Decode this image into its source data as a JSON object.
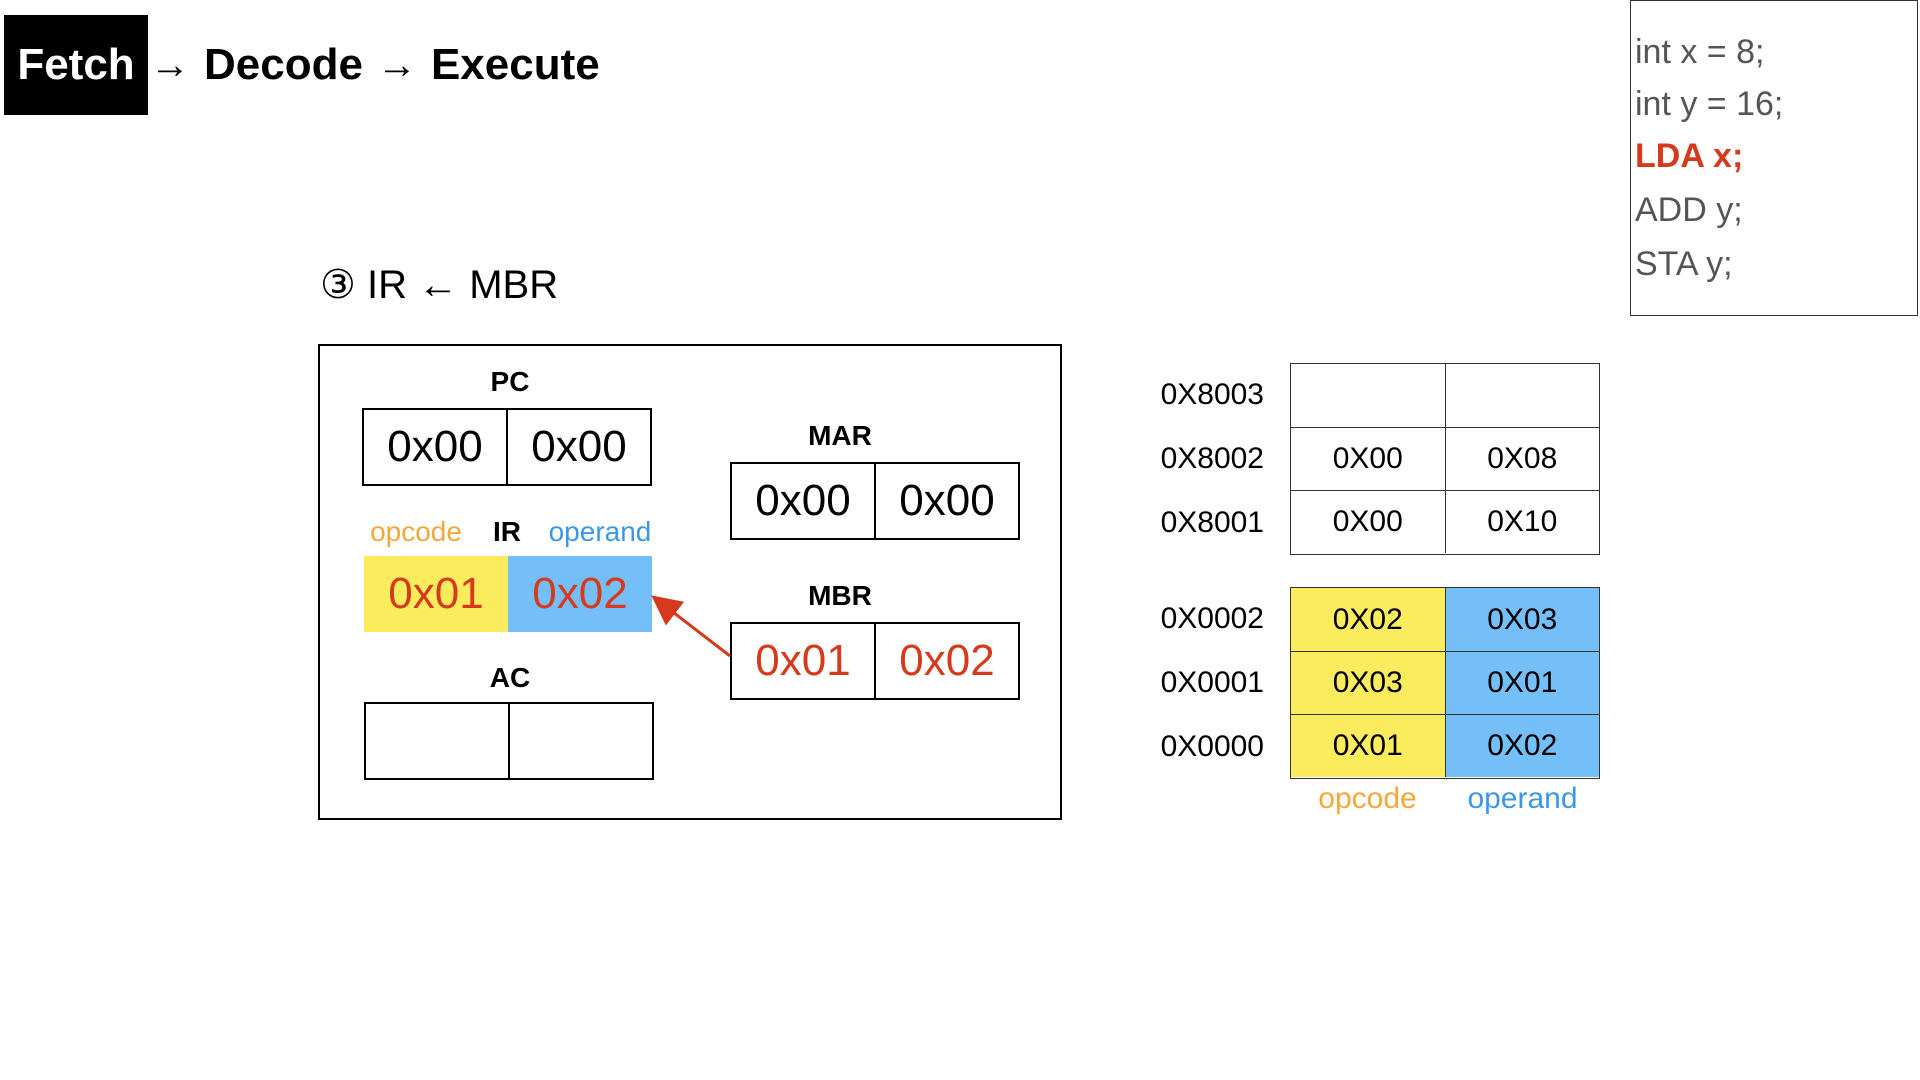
{
  "title": {
    "fetch": "Fetch",
    "decode": "Decode",
    "execute": "Execute",
    "arrow": "→"
  },
  "code": [
    {
      "text": "int x = 8;",
      "active": false
    },
    {
      "text": "int y = 16;",
      "active": false
    },
    {
      "text": "LDA x;",
      "active": true
    },
    {
      "text": "ADD y;",
      "active": false
    },
    {
      "text": "STA y;",
      "active": false
    }
  ],
  "step_label": "③ IR ← MBR",
  "cpu": {
    "pc": {
      "label": "PC",
      "values": [
        "0x00",
        "0x00"
      ]
    },
    "ir": {
      "label": "IR",
      "opcode_label": "opcode",
      "operand_label": "operand",
      "values": [
        "0x01",
        "0x02"
      ]
    },
    "ac": {
      "label": "AC",
      "values": [
        "",
        ""
      ]
    },
    "mar": {
      "label": "MAR",
      "values": [
        "0x00",
        "0x00"
      ]
    },
    "mbr": {
      "label": "MBR",
      "values": [
        "0x01",
        "0x02"
      ]
    }
  },
  "memory": {
    "data_rows": [
      {
        "address": "0X8003",
        "values": [
          "",
          ""
        ]
      },
      {
        "address": "0X8002",
        "values": [
          "0X00",
          "0X08"
        ]
      },
      {
        "address": "0X8001",
        "values": [
          "0X00",
          "0X10"
        ]
      }
    ],
    "code_rows": [
      {
        "address": "0X0002",
        "values": [
          "0X02",
          "0X03"
        ]
      },
      {
        "address": "0X0001",
        "values": [
          "0X03",
          "0X01"
        ]
      },
      {
        "address": "0X0000",
        "values": [
          "0X01",
          "0X02"
        ]
      }
    ],
    "legend": {
      "opcode": "opcode",
      "operand": "operand"
    }
  },
  "colors": {
    "highlight": "#d63a1c",
    "opcode": "#fbec5d",
    "operand": "#74bff7"
  }
}
